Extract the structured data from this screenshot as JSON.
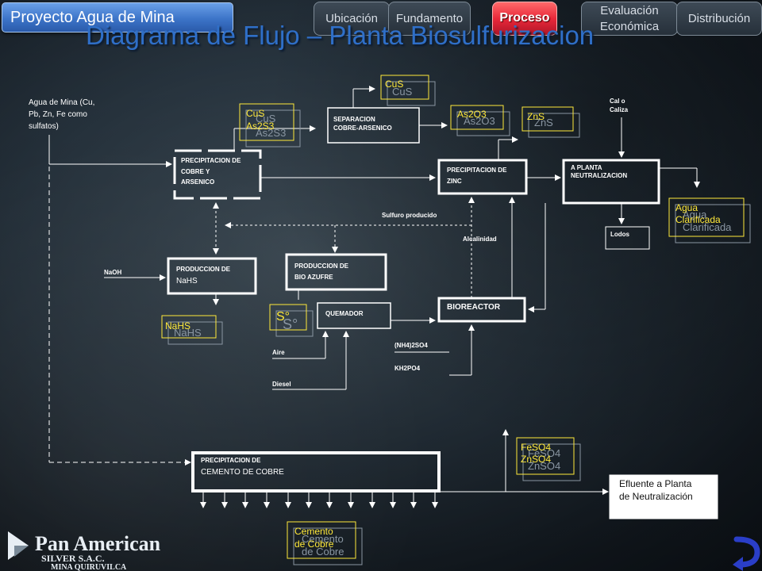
{
  "header": {
    "app_title": "Proyecto Agua de Mina",
    "page_title": "Diagrama de Flujo – Planta Biosulfurizacion",
    "tabs": [
      {
        "label": "Ubicación",
        "active": false
      },
      {
        "label": "Fundamento",
        "active": false
      },
      {
        "label": "Proceso",
        "active": true
      },
      {
        "label": "Evaluación Económica",
        "active": false
      },
      {
        "label": "Distribución",
        "active": false
      }
    ]
  },
  "colors": {
    "accent_yellow": "#ffe93a",
    "active_tab": "#e8283a",
    "title_blue": "#2f6fc8"
  },
  "diagram": {
    "input_water": [
      "Agua de Mina (Cu,",
      "Pb, Zn, Fe como",
      "sulfatos)"
    ],
    "boxes": {
      "precip_cu_as": [
        "PRECIPITACION DE",
        "COBRE Y",
        "ARSENICO"
      ],
      "separacion": [
        "SEPARACION",
        "COBRE-ARSENICO"
      ],
      "precip_zn": [
        "PRECIPITACION DE",
        "ZINC"
      ],
      "neutralizacion": [
        "A PLANTA",
        "NEUTRALIZACION"
      ],
      "prod_nahs": [
        "PRODUCCION DE",
        "NaHS"
      ],
      "prod_bioazufre": [
        "PRODUCCION DE",
        "BIO AZUFRE"
      ],
      "quemador": "QUEMADOR",
      "bioreactor": "BIOREACTOR",
      "precip_cemento": [
        "PRECIPITACION DE",
        "CEMENTO  DE COBRE"
      ],
      "efluente": [
        "Efluente a Planta",
        "de Neutralización"
      ],
      "lodos": "Lodos"
    },
    "products": {
      "cus_as2s3": [
        "CuS",
        "As2S3"
      ],
      "cus": "CuS",
      "as2o3": "As2O3",
      "zns": "ZnS",
      "agua_clarificada": [
        "Agua",
        "Clarificada"
      ],
      "nahs": "NaHS",
      "azufre": "S°",
      "feso4_znso4": [
        "FeSO4",
        "ZnSO4"
      ],
      "cemento": [
        "Cemento",
        "de Cobre"
      ]
    },
    "notes": {
      "cal_caliza": [
        "Cal o",
        "Caliza"
      ],
      "sulfuro": "Sulfuro producido",
      "alcalinidad": "Alcalinidad",
      "naoh": "NaOH",
      "aire": "Aire",
      "diesel": "Diesel",
      "nh4so4": "(NH4)2SO4",
      "kh2po4": "KH2PO4"
    }
  },
  "footer": {
    "logo_name": "Pan American",
    "logo_sub1": "SILVER   S.A.C.",
    "logo_sub2": "MINA QUIRUVILCA"
  }
}
